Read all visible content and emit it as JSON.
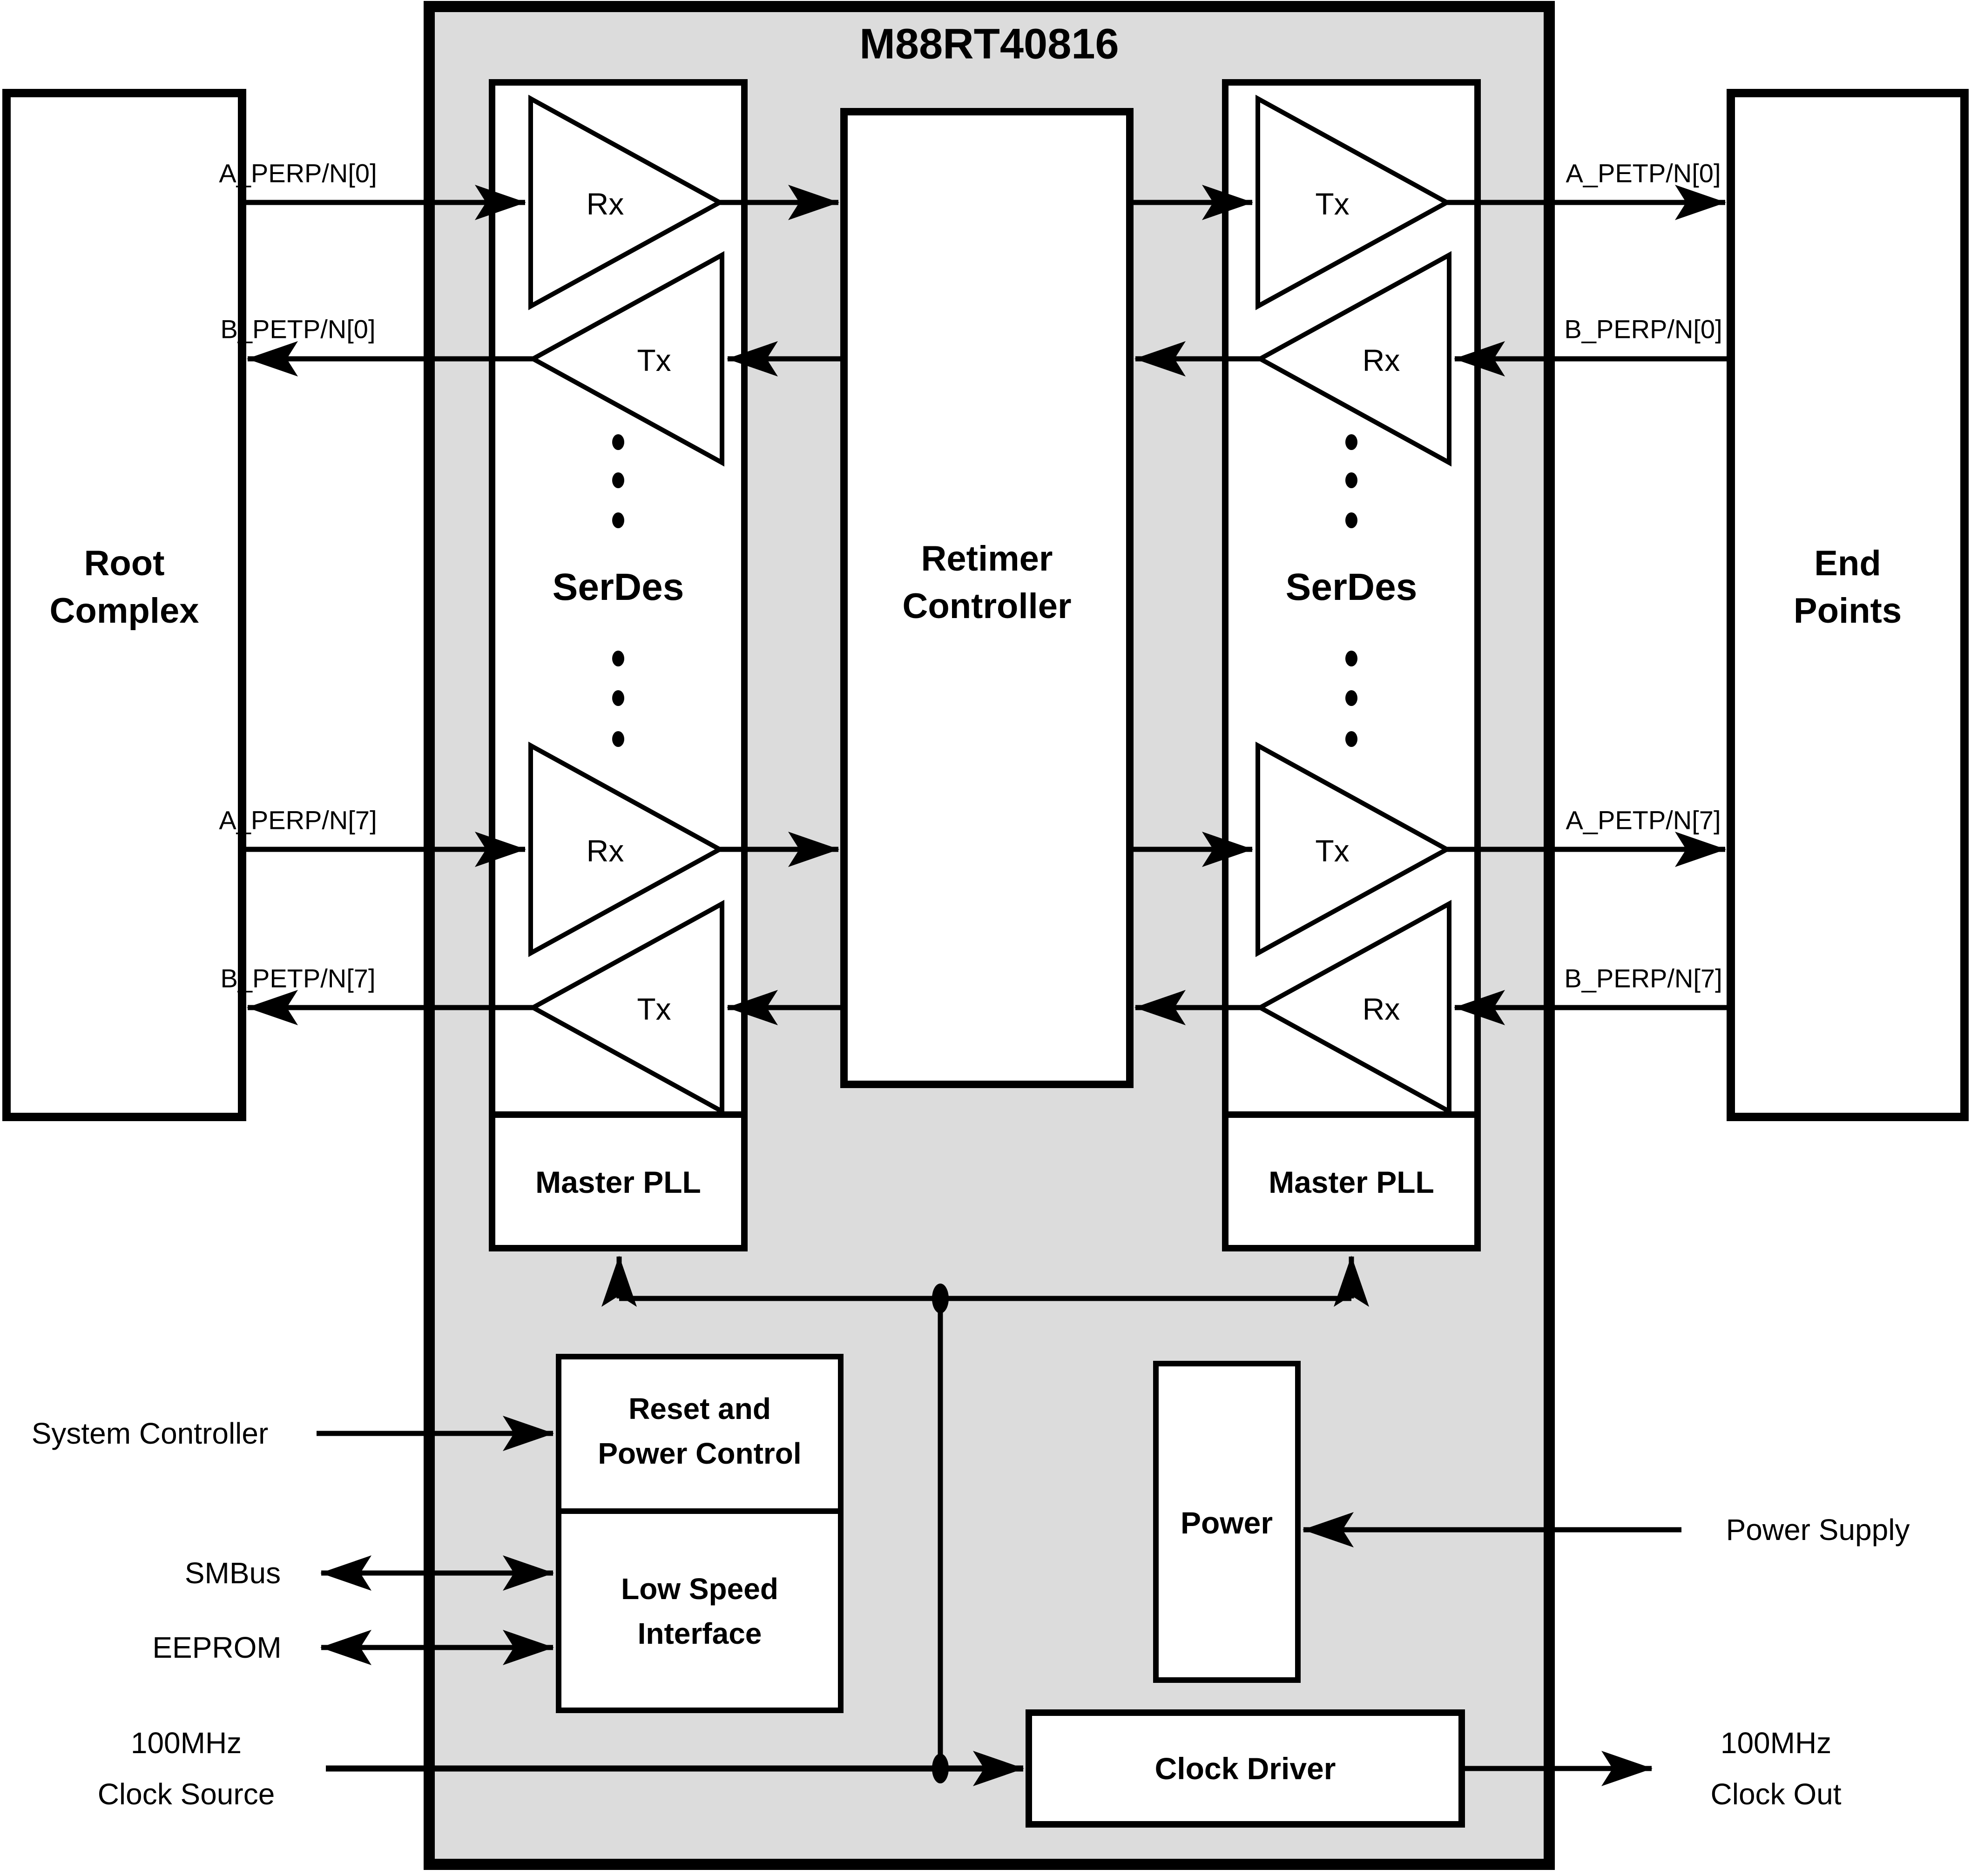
{
  "diagram": {
    "title": "M88RT40816",
    "colors": {
      "chip_fill": "#dcdcdc",
      "block_fill": "#ffffff",
      "line": "#000000"
    },
    "blocks": {
      "root_complex": {
        "line1": "Root",
        "line2": "Complex"
      },
      "end_points": {
        "line1": "End",
        "line2": "Points"
      },
      "serdes_left": {
        "label": "SerDes",
        "pll": "Master PLL"
      },
      "serdes_right": {
        "label": "SerDes",
        "pll": "Master PLL"
      },
      "retimer": {
        "line1": "Retimer",
        "line2": "Controller"
      },
      "reset_power": {
        "line1": "Reset and",
        "line2": "Power Control"
      },
      "low_speed": {
        "line1": "Low Speed",
        "line2": "Interface"
      },
      "power": {
        "label": "Power"
      },
      "clock_driver": {
        "label": "Clock Driver"
      }
    },
    "amps": {
      "left": [
        "Rx",
        "Tx",
        "Rx",
        "Tx"
      ],
      "right": [
        "Tx",
        "Rx",
        "Tx",
        "Rx"
      ]
    },
    "signals": {
      "left": [
        "A_PERP/N[0]",
        "B_PETP/N[0]",
        "A_PERP/N[7]",
        "B_PETP/N[7]"
      ],
      "right": [
        "A_PETP/N[0]",
        "B_PERP/N[0]",
        "A_PETP/N[7]",
        "B_PERP/N[7]"
      ]
    },
    "external": {
      "system_controller": "System Controller",
      "smbus": "SMBus",
      "eeprom": "EEPROM",
      "clock_source_line1": "100MHz",
      "clock_source_line2": "Clock Source",
      "power_supply": "Power Supply",
      "clock_out_line1": "100MHz",
      "clock_out_line2": "Clock Out"
    }
  }
}
